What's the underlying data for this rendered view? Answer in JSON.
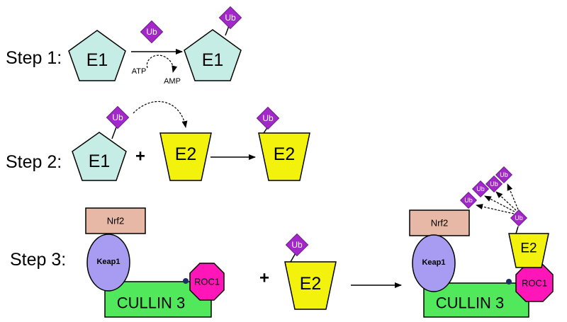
{
  "steps": {
    "step1": "Step 1:",
    "step2": "Step 2:",
    "step3": "Step 3:"
  },
  "molecules": {
    "e1": "E1",
    "e2": "E2",
    "ub": "Ub",
    "nrf2": "Nrf2",
    "keap1": "Keap1",
    "roc1": "ROC1",
    "cullin3": "CULLIN 3"
  },
  "cofactors": {
    "atp": "ATP",
    "amp": "AMP"
  },
  "operators": {
    "plus": "+"
  },
  "colors": {
    "e1": "#c6ede5",
    "e2": "#f2f20c",
    "ub": "#a428c9",
    "nrf2": "#e7b8a6",
    "keap1": "#a89cf2",
    "roc1": "#ff16b9",
    "cullin3": "#52e85c",
    "stroke": "#000000"
  }
}
